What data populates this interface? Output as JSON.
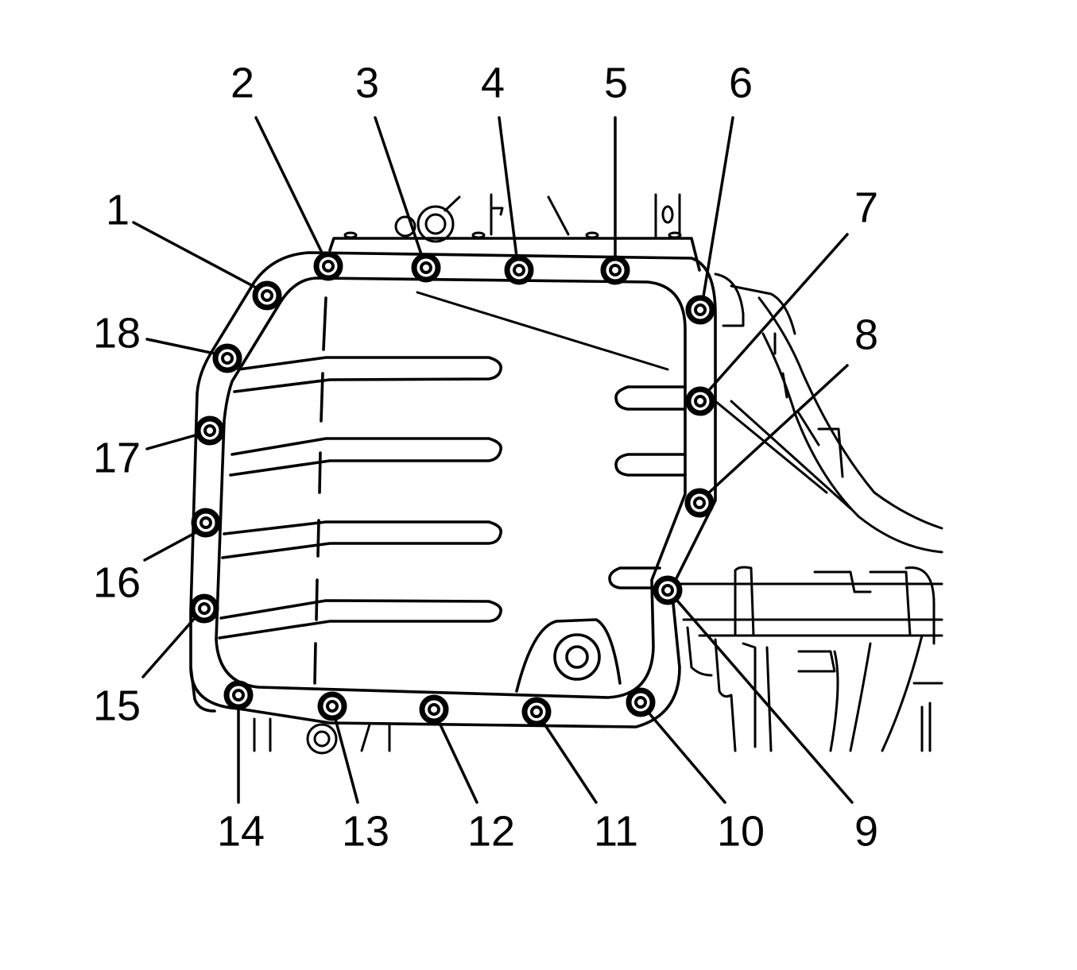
{
  "diagram": {
    "bolt_labels": [
      "1",
      "2",
      "3",
      "4",
      "5",
      "6",
      "7",
      "8",
      "9",
      "10",
      "11",
      "12",
      "13",
      "14",
      "15",
      "16",
      "17",
      "18"
    ],
    "colors": {
      "line": "#000000",
      "background": "#ffffff"
    }
  }
}
